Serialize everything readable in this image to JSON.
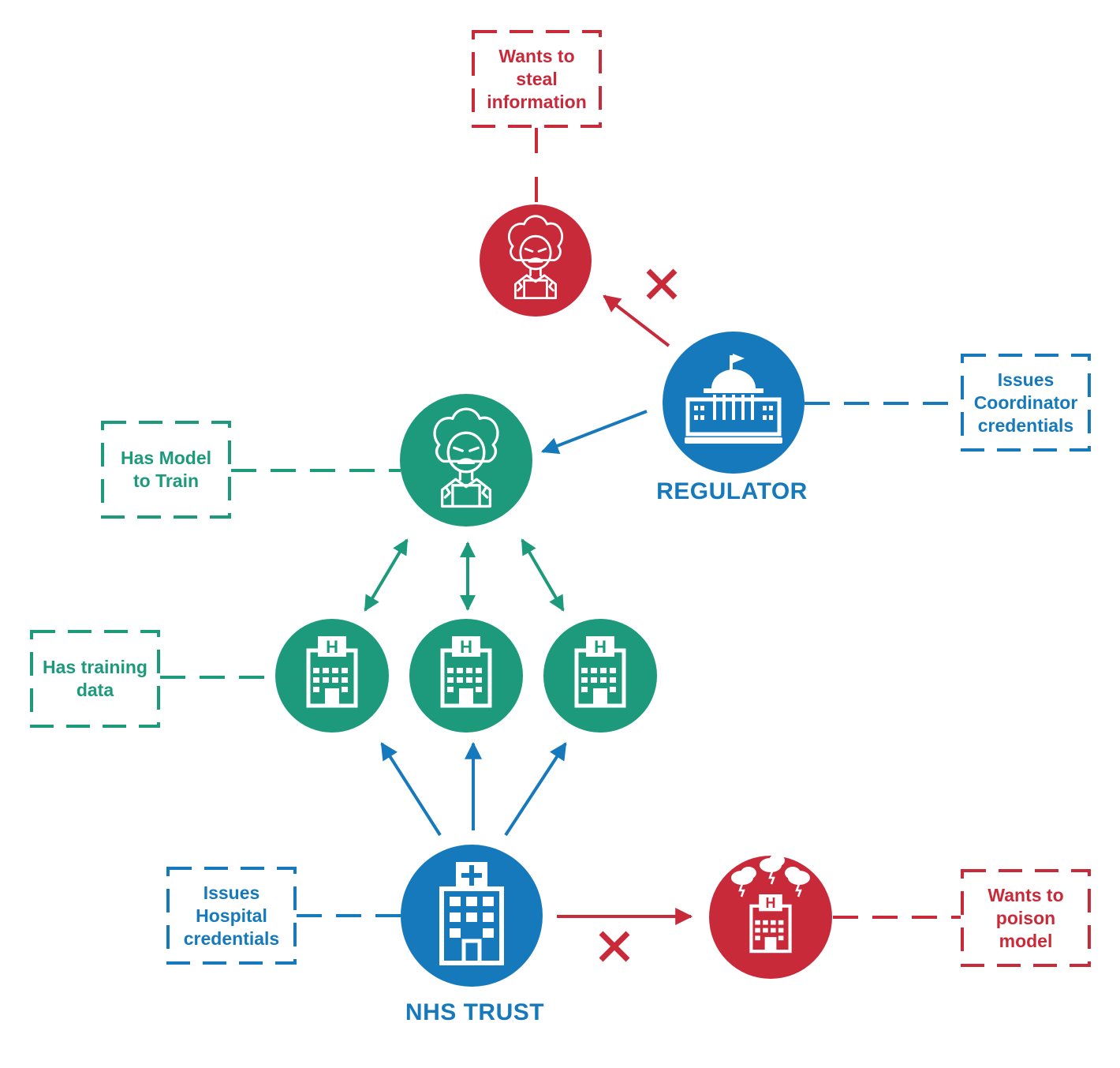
{
  "colors": {
    "red": "#c92a3a",
    "blue": "#1679bc",
    "green": "#1d9a7c",
    "white": "#ffffff"
  },
  "notes": {
    "steal_info": "Wants to\nsteal\ninformation",
    "coordinator_credentials": "Issues\nCoordinator\ncredentials",
    "model_to_train": "Has Model\nto Train",
    "training_data": "Has training\ndata",
    "hospital_credentials": "Issues\nHospital\ncredentials",
    "poison_model": "Wants to\npoison\nmodel"
  },
  "labels": {
    "regulator": "REGULATOR",
    "nhs_trust": "NHS TRUST"
  },
  "nodes": {
    "malicious_scientist": "angry-scientist-icon",
    "regulator": "government-building-icon",
    "scientist": "scientist-icon",
    "hospitals": [
      "hospital-icon",
      "hospital-icon",
      "hospital-icon"
    ],
    "nhs_trust": "medical-building-icon",
    "malicious_hospital": "storm-hospital-icon"
  },
  "blocked_marks": [
    "cross-icon",
    "cross-icon"
  ]
}
